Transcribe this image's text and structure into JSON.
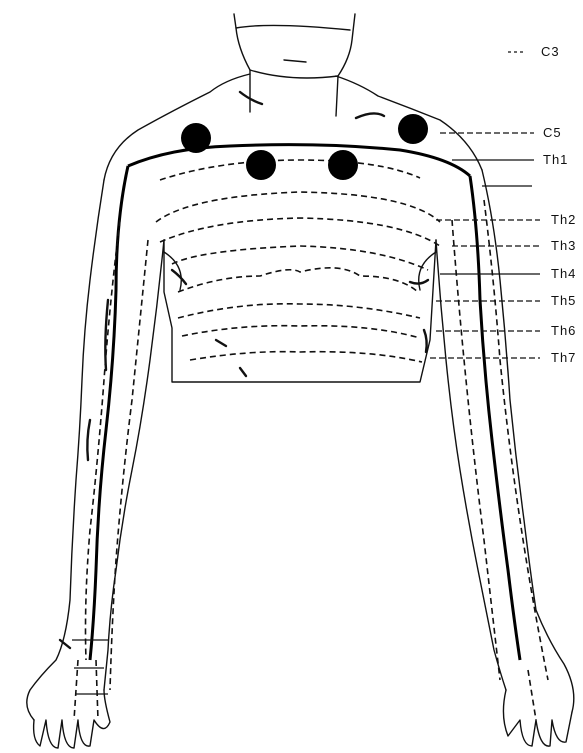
{
  "figure": {
    "stroke_color": "#111111",
    "marker_color": "#000000",
    "background_color": "#ffffff",
    "markers": 4,
    "labels": [
      "C3",
      "C5",
      "Th1",
      "Th2",
      "Th3",
      "Th4",
      "Th5",
      "Th6",
      "Th7"
    ]
  }
}
